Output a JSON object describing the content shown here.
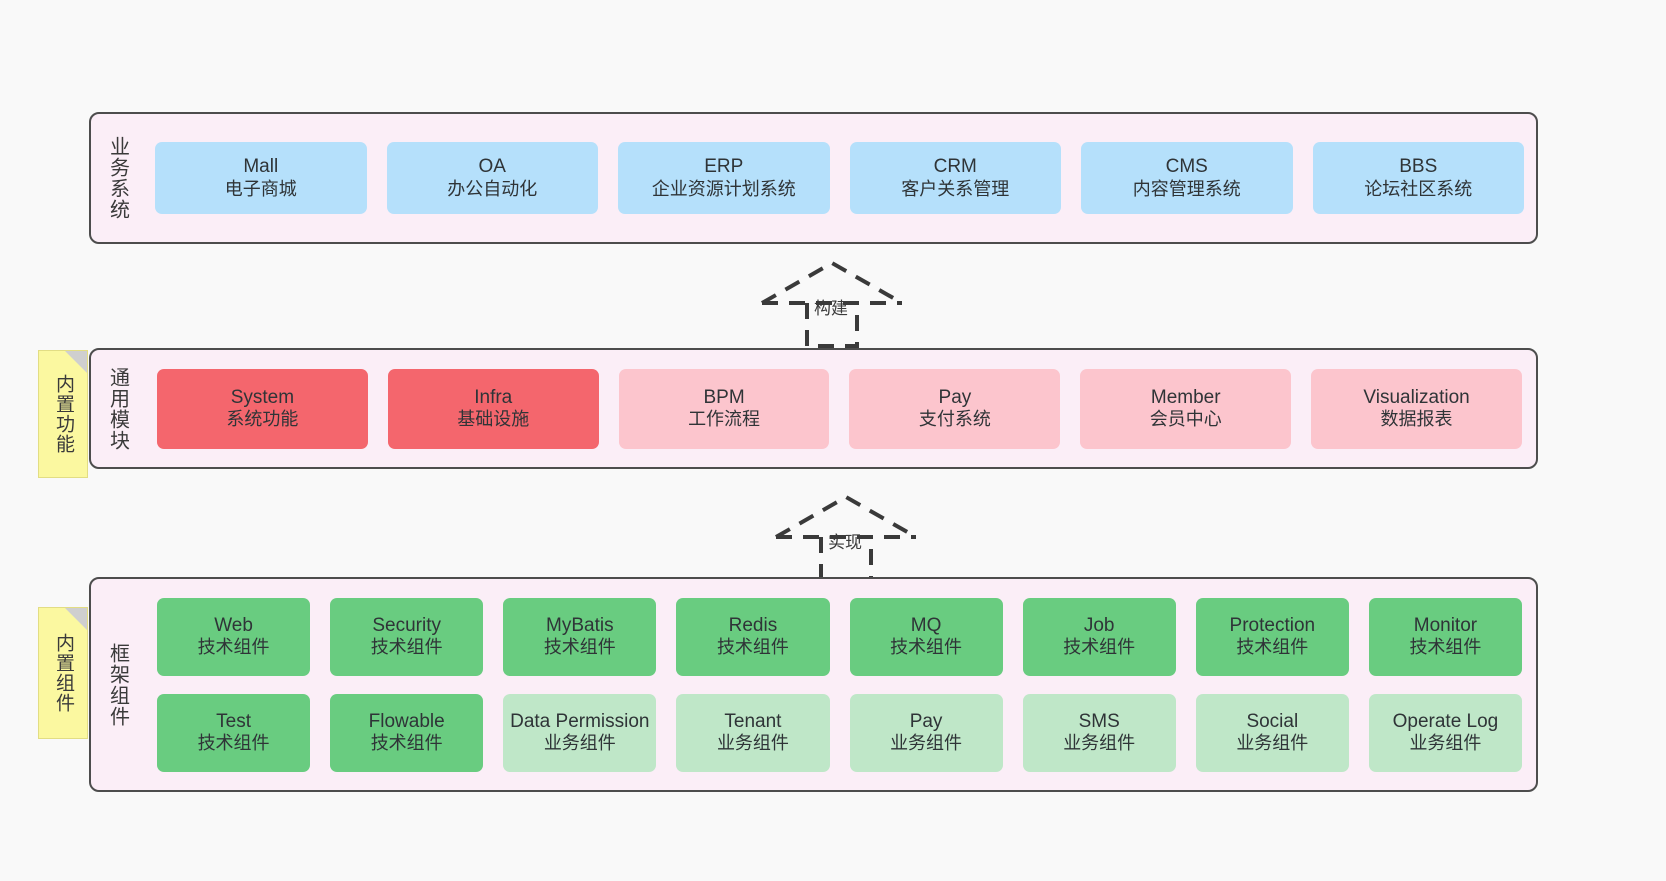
{
  "diagram": {
    "title_hidden": "",
    "colors": {
      "layer_bg": "#fbeef7",
      "layer_border": "#4d4d4d",
      "business": "#b5e0fb",
      "core_module": "#f4666d",
      "module": "#fcc5cd",
      "tech_component": "#69cc80",
      "biz_component": "#bfe7c8",
      "note": "#fbf8a0",
      "canvas": "#f9f9f9"
    }
  },
  "layers": {
    "business": {
      "title": "业务系统",
      "items": [
        {
          "en": "Mall",
          "cn": "电子商城"
        },
        {
          "en": "OA",
          "cn": "办公自动化"
        },
        {
          "en": "ERP",
          "cn": "企业资源计划系统"
        },
        {
          "en": "CRM",
          "cn": "客户关系管理"
        },
        {
          "en": "CMS",
          "cn": "内容管理系统"
        },
        {
          "en": "BBS",
          "cn": "论坛社区系统"
        }
      ]
    },
    "common": {
      "title": "通用模块",
      "note": "内置功能",
      "items": [
        {
          "en": "System",
          "cn": "系统功能",
          "variant": "core"
        },
        {
          "en": "Infra",
          "cn": "基础设施",
          "variant": "core"
        },
        {
          "en": "BPM",
          "cn": "工作流程",
          "variant": "normal"
        },
        {
          "en": "Pay",
          "cn": "支付系统",
          "variant": "normal"
        },
        {
          "en": "Member",
          "cn": "会员中心",
          "variant": "normal"
        },
        {
          "en": "Visualization",
          "cn": "数据报表",
          "variant": "normal"
        }
      ]
    },
    "framework": {
      "title": "框架组件",
      "note": "内置组件",
      "row1": [
        {
          "en": "Web",
          "cn": "技术组件"
        },
        {
          "en": "Security",
          "cn": "技术组件"
        },
        {
          "en": "MyBatis",
          "cn": "技术组件"
        },
        {
          "en": "Redis",
          "cn": "技术组件"
        },
        {
          "en": "MQ",
          "cn": "技术组件"
        },
        {
          "en": "Job",
          "cn": "技术组件"
        },
        {
          "en": "Protection",
          "cn": "技术组件"
        },
        {
          "en": "Monitor",
          "cn": "技术组件"
        }
      ],
      "row2": [
        {
          "en": "Test",
          "cn": "技术组件",
          "variant": "tech"
        },
        {
          "en": "Flowable",
          "cn": "技术组件",
          "variant": "tech"
        },
        {
          "en": "Data Permission",
          "cn": "业务组件",
          "variant": "biz"
        },
        {
          "en": "Tenant",
          "cn": "业务组件",
          "variant": "biz"
        },
        {
          "en": "Pay",
          "cn": "业务组件",
          "variant": "biz"
        },
        {
          "en": "SMS",
          "cn": "业务组件",
          "variant": "biz"
        },
        {
          "en": "Social",
          "cn": "业务组件",
          "variant": "biz"
        },
        {
          "en": "Operate Log",
          "cn": "业务组件",
          "variant": "biz"
        }
      ]
    }
  },
  "connectors": [
    {
      "label": "构建",
      "from": "通用模块",
      "to": "业务系统"
    },
    {
      "label": "实现",
      "from": "框架组件",
      "to": "通用模块"
    }
  ]
}
